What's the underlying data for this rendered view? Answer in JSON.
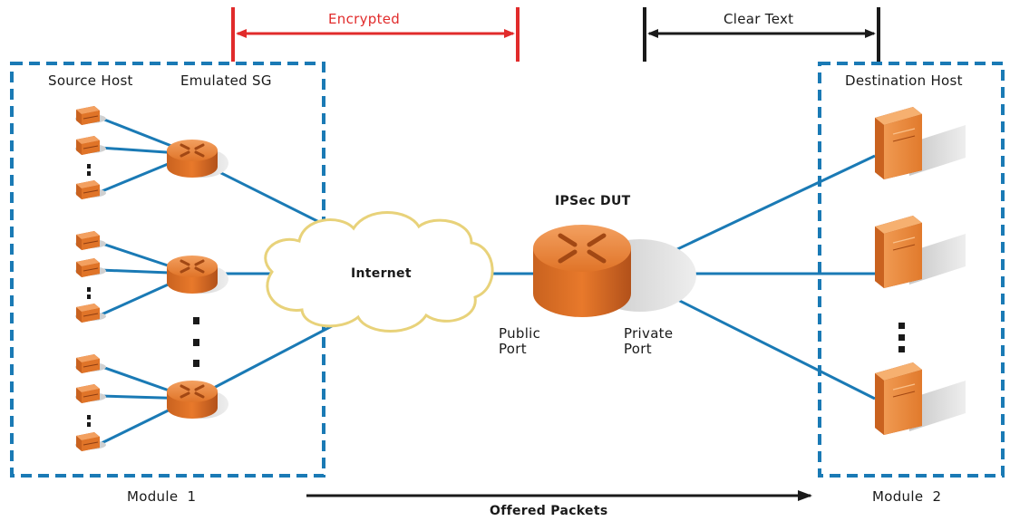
{
  "labels": {
    "encrypted": "Encrypted",
    "clear_text": "Clear Text",
    "source_host": "Source Host",
    "emulated_sg": "Emulated SG",
    "destination_host": "Destination Host",
    "ipsec_dut": "IPSec DUT",
    "internet": "Internet",
    "public_port_line1": "Public",
    "public_port_line2": "Port",
    "private_port_line1": "Private",
    "private_port_line2": "Port",
    "module1": "Module  1",
    "module2": "Module  2",
    "offered_packets": "Offered Packets"
  },
  "colors": {
    "link": "#1a7ab5",
    "module_border": "#1a7ab5",
    "encrypted": "#e12b2b",
    "clear_text": "#1a1a1a",
    "device": "#e87a2a",
    "device_dark": "#b5531a",
    "cloud_stroke": "#e8d27a",
    "shadow": "#cccccc"
  },
  "icons": {
    "host": "host-pc-icon",
    "router": "router-icon",
    "server": "server-tower-icon",
    "cloud": "internet-cloud-icon",
    "dut": "ipsec-router-icon"
  }
}
